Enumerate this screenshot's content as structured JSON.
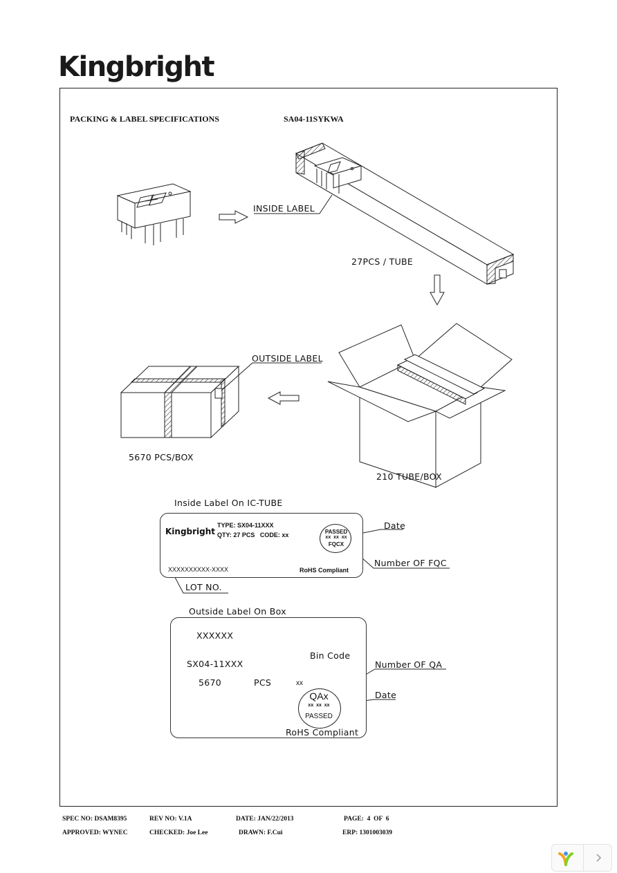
{
  "brand": {
    "logo_text": "Kingbright"
  },
  "header": {
    "section_title": "PACKING & LABEL SPECIFICATIONS",
    "part_number": "SA04-11SYKWA"
  },
  "diagram": {
    "inside_label": "INSIDE LABEL",
    "tube_qty": "27PCS / TUBE",
    "outside_label": "OUTSIDE LABEL",
    "box_pcs": "5670 PCS/BOX",
    "box_tubes": "210 TUBE/BOX"
  },
  "inside_tag": {
    "caption": "Inside Label On IC-TUBE",
    "brand": "Kingbright",
    "type_line": "TYPE: SX04-11XXX",
    "qty_line": "QTY: 27 PCS   CODE: xx",
    "lot_code": "XXXXXXXXXX-XXXX",
    "rohs": "RoHS Compliant",
    "stamp_top": "PASSED",
    "stamp_mid": "xx  xx  xx",
    "stamp_bottom": "FQCX",
    "callout_date": "Date",
    "callout_fqc": "Number OF FQC",
    "callout_lot": "LOT NO."
  },
  "outside_tag": {
    "caption": "Outside Label On Box",
    "code": "XXXXXX",
    "type": "SX04-11XXX",
    "qty": "5670",
    "unit": "PCS",
    "bin_label": "Bin Code",
    "bin_value": "xx",
    "stamp_top": "QAx",
    "stamp_mid": "xx  xx  xx",
    "stamp_bottom": "PASSED",
    "rohs": "RoHS Compliant",
    "callout_qa": "Number OF QA",
    "callout_date": "Date"
  },
  "footer": {
    "spec_no": "SPEC NO: DSAM8395",
    "rev_no": "REV NO: V.1A",
    "date": "DATE: JAN/22/2013",
    "page": "PAGE:  4  OF  6",
    "approved": "APPROVED: WYNEC",
    "checked": "CHECKED: Joe Lee",
    "drawn": "DRAWN: F.Cui",
    "erp": "ERP: 1301003039"
  },
  "viewer": {
    "next_icon": "chevron-right-icon",
    "logo_icon": "viewer-logo-icon"
  }
}
